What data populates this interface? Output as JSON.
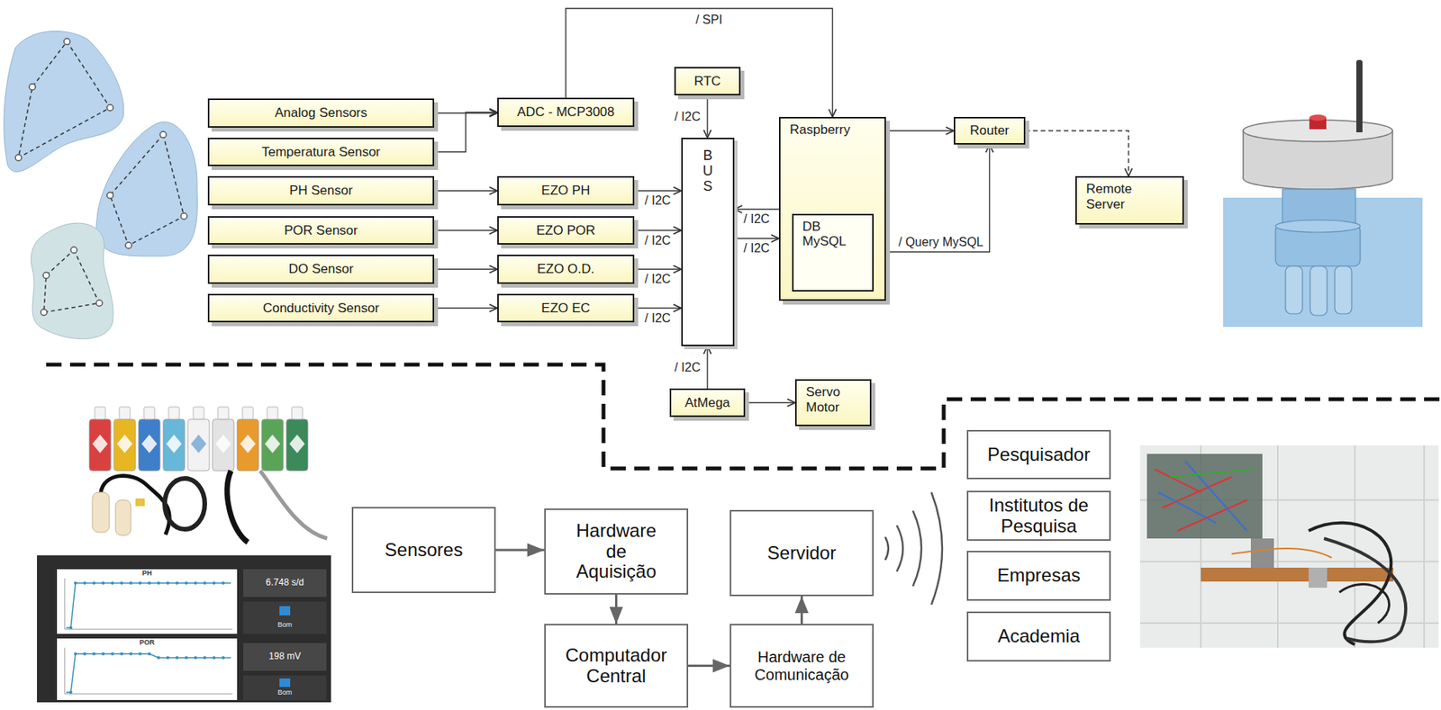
{
  "diagram": {
    "nodes": [
      {
        "text": [
          "Analog Sensors"
        ]
      },
      {
        "text": [
          "Temperatura Sensor"
        ]
      },
      {
        "text": [
          "PH Sensor"
        ]
      },
      {
        "text": [
          "POR Sensor"
        ]
      },
      {
        "text": [
          "DO Sensor"
        ]
      },
      {
        "text": [
          "Conductivity Sensor"
        ]
      },
      {
        "text": [
          "ADC - MCP3008"
        ]
      },
      {
        "text": [
          "RTC"
        ]
      },
      {
        "text": [
          "EZO PH"
        ]
      },
      {
        "text": [
          "EZO POR"
        ]
      },
      {
        "text": [
          "EZO O.D."
        ]
      },
      {
        "text": [
          "EZO EC"
        ]
      },
      {
        "text": [
          "BUS"
        ]
      },
      {
        "text": [
          "Raspberry"
        ]
      },
      {
        "text": [
          "DB MySQL"
        ],
        "in": 13
      },
      {
        "text": [
          "Router"
        ]
      },
      {
        "text": [
          "Remote Server"
        ]
      },
      {
        "text": [
          "AtMega"
        ]
      },
      {
        "text": [
          "Servo Motor"
        ]
      },
      {
        "text": [
          "Sensores"
        ]
      },
      {
        "text": [
          "Hardware de Aquisição"
        ]
      },
      {
        "text": [
          "Computador Central"
        ]
      },
      {
        "text": [
          "Hardware de Comunicação"
        ]
      },
      {
        "text": [
          "Servidor"
        ]
      },
      {
        "text": [
          "Pesquisador"
        ]
      },
      {
        "text": [
          "Institutos de Pesquisa"
        ]
      },
      {
        "text": [
          "Empresas"
        ]
      },
      {
        "text": [
          "Academia"
        ]
      }
    ],
    "edges": [
      {
        "from": 0,
        "to": 6,
        "arrow": "to"
      },
      {
        "from": 1,
        "to": 6,
        "arrow": "to"
      },
      {
        "from": 2,
        "to": 8,
        "arrow": "to"
      },
      {
        "from": 3,
        "to": 9,
        "arrow": "to"
      },
      {
        "from": 4,
        "to": 10,
        "arrow": "to"
      },
      {
        "from": 5,
        "to": 11,
        "arrow": "to"
      },
      {
        "from": 6,
        "to": 13,
        "label": "/ SPI",
        "arrow": "to"
      },
      {
        "from": 7,
        "to": 12,
        "label": "/ I2C",
        "arrow": "to"
      },
      {
        "from": 8,
        "to": 12,
        "label": "/ I2C",
        "arrow": "to"
      },
      {
        "from": 9,
        "to": 12,
        "label": "/ I2C",
        "arrow": "to"
      },
      {
        "from": 10,
        "to": 12,
        "label": "/ I2C",
        "arrow": "to"
      },
      {
        "from": 11,
        "to": 12,
        "label": "/ I2C",
        "arrow": "to"
      },
      {
        "from": 13,
        "to": 12,
        "label": "/ I2C",
        "arrow": "to"
      },
      {
        "from": 12,
        "to": 13,
        "label": "/ I2C",
        "arrow": "to"
      },
      {
        "from": 17,
        "to": 12,
        "label": "/ I2C",
        "arrow": "to"
      },
      {
        "from": 17,
        "to": 18,
        "arrow": "to"
      },
      {
        "from": 13,
        "to": 15,
        "arrow": "to"
      },
      {
        "from": 15,
        "to": 16,
        "arrow": "to"
      },
      {
        "from": 15,
        "to": 14,
        "label": "/ Query MySQL",
        "arrow": "both"
      },
      {
        "from": 19,
        "to": 20,
        "arrow": "to"
      },
      {
        "from": 20,
        "to": 21,
        "arrow": "to"
      },
      {
        "from": 21,
        "to": 22,
        "arrow": "to"
      },
      {
        "from": 22,
        "to": 23,
        "arrow": "to"
      }
    ],
    "labels": [
      "PH",
      "6.748 s/d",
      "Bom",
      "POR",
      "198 mV",
      "Bom"
    ]
  }
}
